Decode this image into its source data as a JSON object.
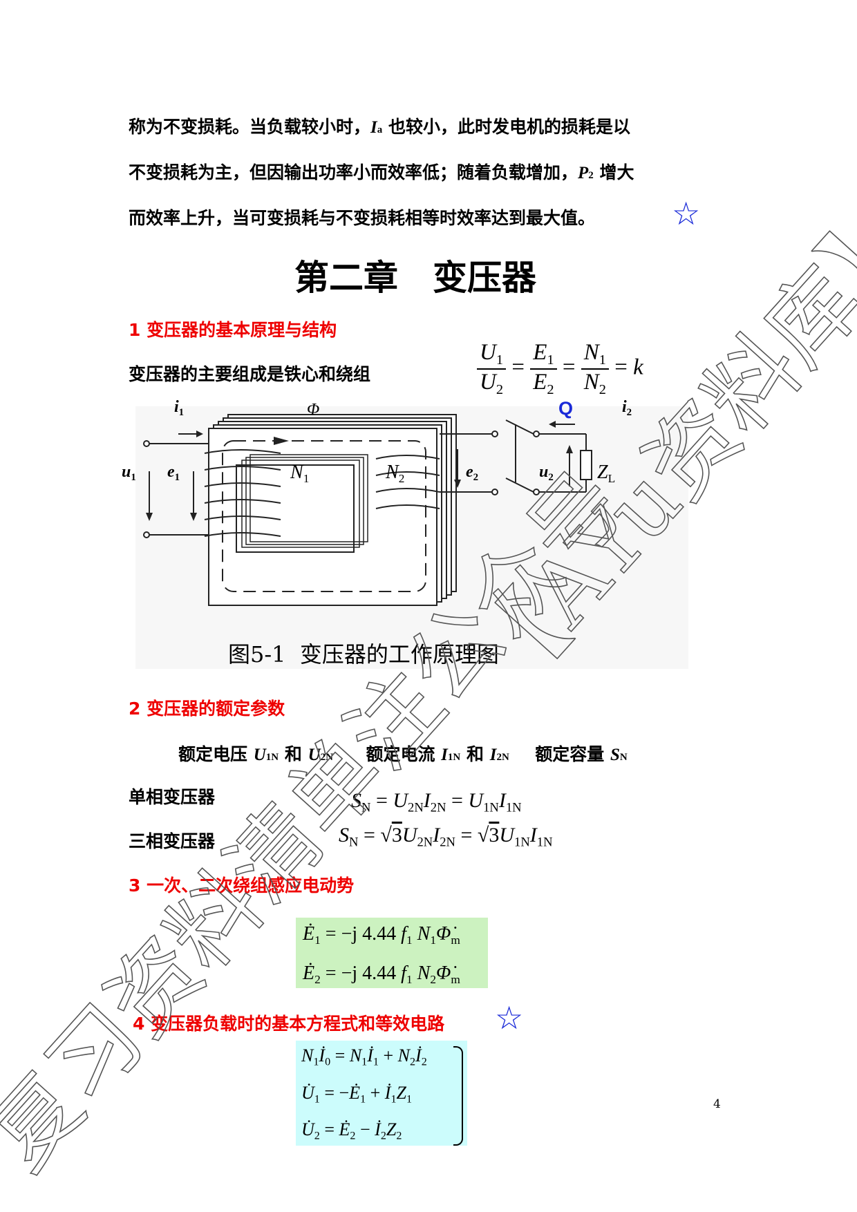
{
  "para1": {
    "line1_a": "称为不变损耗。当负载较小时，",
    "line1_var": "I",
    "line1_var_sub": "a",
    "line1_b": " 也较小，此时发电机的损耗是以",
    "line2_a": "不变损耗为主，但因输出功率小而效率低；随着负载增加，",
    "line2_var": "P",
    "line2_var_sub": "2",
    "line2_b": " 增大",
    "line3": "而效率上升，当可变损耗与不变损耗相等时效率达到最大值。",
    "star": "☆"
  },
  "chapter_title": "第二章　变压器",
  "section1": {
    "heading": "1 变压器的基本原理与结构",
    "text": "变压器的主要组成是铁心和绕组"
  },
  "figure": {
    "caption": "图5-1  变压器的工作原理图",
    "labels": {
      "i1": "i",
      "i1_sub": "1",
      "phi": "Φ",
      "Q": "Q",
      "i2": "i",
      "i2_sub": "2",
      "u1": "u",
      "u1_sub": "1",
      "e1": "e",
      "e1_sub": "1",
      "N1": "N",
      "N1_sub": "1",
      "N2": "N",
      "N2_sub": "2",
      "e2": "e",
      "e2_sub": "2",
      "u2": "u",
      "u2_sub": "2",
      "ZL": "Z",
      "ZL_sub": "L"
    }
  },
  "section2": {
    "heading": "2  变压器的额定参数",
    "rated_voltage": "额定电压",
    "and1": "和",
    "rated_current": "额定电流",
    "and2": "和",
    "rated_capacity": "额定容量",
    "single_phase": "单相变压器",
    "three_phase": "三相变压器"
  },
  "section3": {
    "heading": "3  一次、二次绕组感应电动势"
  },
  "section4": {
    "heading": "4  变压器负载时的基本方程式和等效电路",
    "star": "☆"
  },
  "page_number": "4",
  "watermark": {
    "text1": "复习资料清单注公众号",
    "text2": "【AYu资料库】"
  },
  "colors": {
    "heading_red": "#e00000",
    "star_blue": "#1a2ad8",
    "eq_green_bg": "#ccf2c0",
    "eq_cyan_bg": "#ccfcfc"
  }
}
